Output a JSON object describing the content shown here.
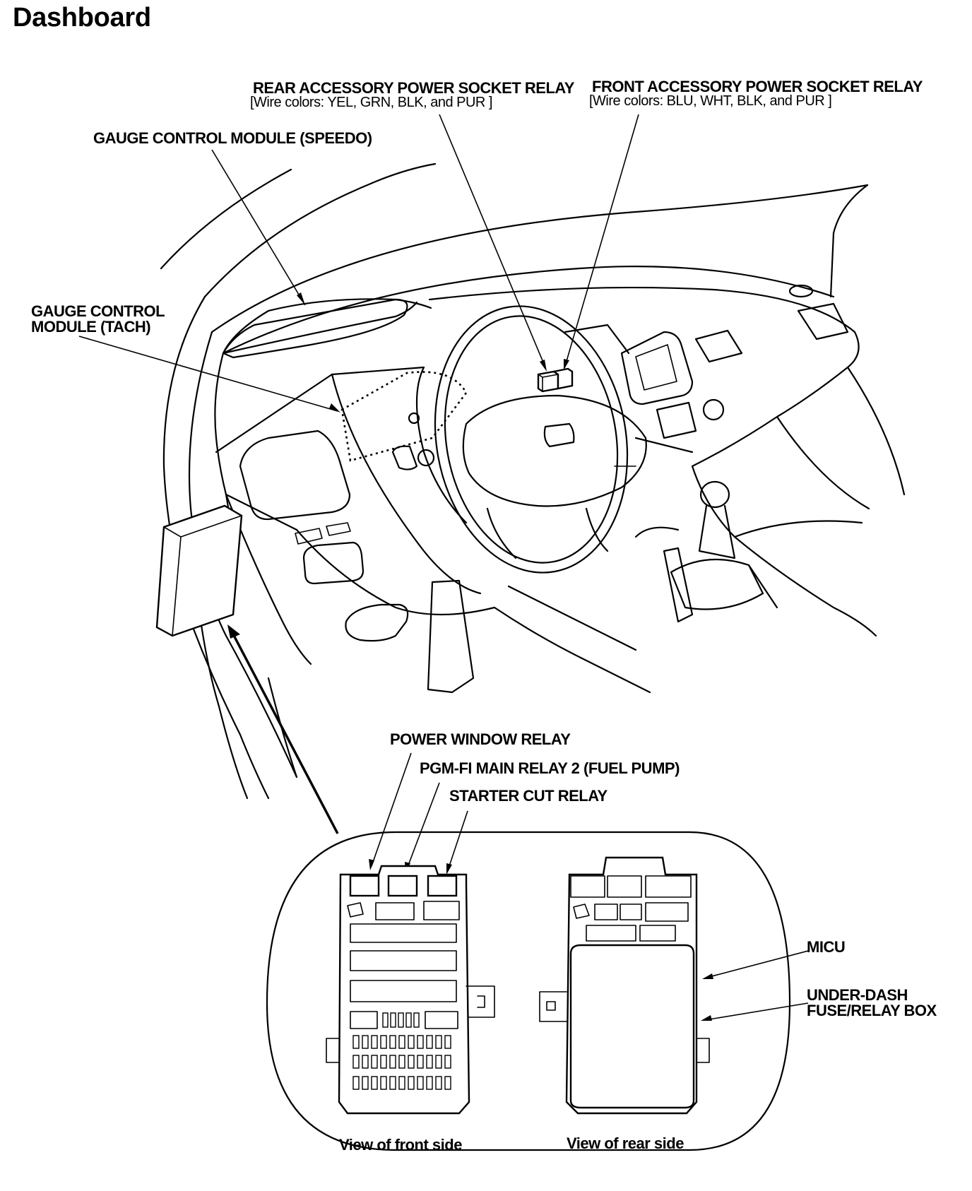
{
  "page": {
    "title": "Dashboard"
  },
  "labels": {
    "rear_socket_relay": "REAR ACCESSORY POWER SOCKET RELAY",
    "rear_socket_wires": "[Wire colors: YEL, GRN, BLK, and PUR ]",
    "front_socket_relay": "FRONT ACCESSORY POWER SOCKET RELAY",
    "front_socket_wires": "[Wire colors: BLU, WHT, BLK, and PUR ]",
    "gauge_speedo": "GAUGE CONTROL MODULE (SPEEDO)",
    "gauge_tach_line1": "GAUGE CONTROL",
    "gauge_tach_line2": "MODULE (TACH)",
    "power_window_relay": "POWER WINDOW RELAY",
    "pgm_fi_relay": "PGM-FI MAIN RELAY 2 (FUEL PUMP)",
    "starter_cut_relay": "STARTER CUT RELAY",
    "micu": "MICU",
    "fuse_box_line1": "UNDER-DASH",
    "fuse_box_line2": "FUSE/RELAY BOX",
    "view_front": "View of front side",
    "view_rear": "View of rear side"
  },
  "colors": {
    "ink": "#000000",
    "paper": "#ffffff"
  }
}
